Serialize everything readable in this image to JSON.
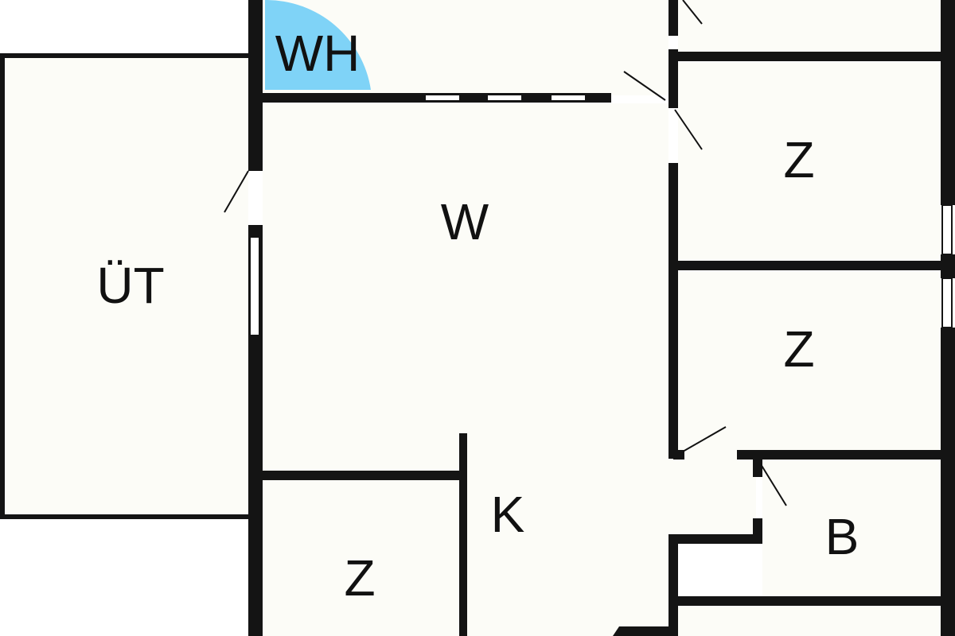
{
  "floor_plan": {
    "colors": {
      "floor": "#fcfcf7",
      "wall": "#141414",
      "highlight": "#7fd3f7",
      "outside": "#ffffff"
    },
    "rooms": {
      "wh": {
        "label": "WH"
      },
      "ut": {
        "label": "ÜT"
      },
      "w": {
        "label": "W"
      },
      "z_upper": {
        "label": "Z"
      },
      "z_middle": {
        "label": "Z"
      },
      "k": {
        "label": "K"
      },
      "b": {
        "label": "B"
      },
      "z_lower": {
        "label": "Z"
      }
    }
  }
}
